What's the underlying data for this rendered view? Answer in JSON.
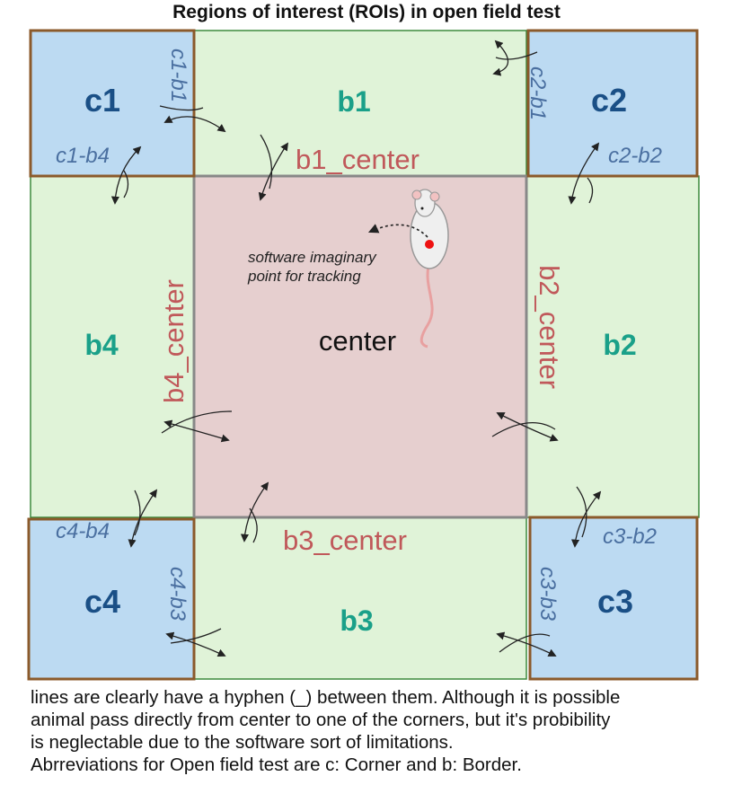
{
  "title": "Regions of interest (ROIs) in open field test",
  "colors": {
    "corner_fill": "#bcdaf2",
    "border_fill": "#e0f3d8",
    "center_fill": "#e6cfcf",
    "corner_stroke": "#8b5a2b",
    "border_stroke": "#3d8a3d",
    "center_stroke": "#888888"
  },
  "regions": {
    "c1": "c1",
    "c2": "c2",
    "c3": "c3",
    "c4": "c4",
    "b1": "b1",
    "b2": "b2",
    "b3": "b3",
    "b4": "b4",
    "center": "center"
  },
  "border_center": {
    "b1": "b1_center",
    "b2": "b2_center",
    "b3": "b3_center",
    "b4": "b4_center"
  },
  "transitions": {
    "c1_b1": "c1-b1",
    "c1_b4": "c1-b4",
    "c2_b1": "c2-b1",
    "c2_b2": "c2-b2",
    "c3_b2": "c3-b2",
    "c3_b3": "c3-b3",
    "c4_b4": "c4-b4",
    "c4_b3": "c4-b3"
  },
  "tracking_note": [
    "software imaginary",
    "point for tracking"
  ],
  "caption": [
    "lines are clearly have a hyphen (_) between them. Although it is possible",
    "animal pass directly from center to one of the corners, but it's probibility",
    "is neglectable due to the software sort of limitations.",
    "Abrreviations for Open field test are c: Corner and b: Border."
  ]
}
